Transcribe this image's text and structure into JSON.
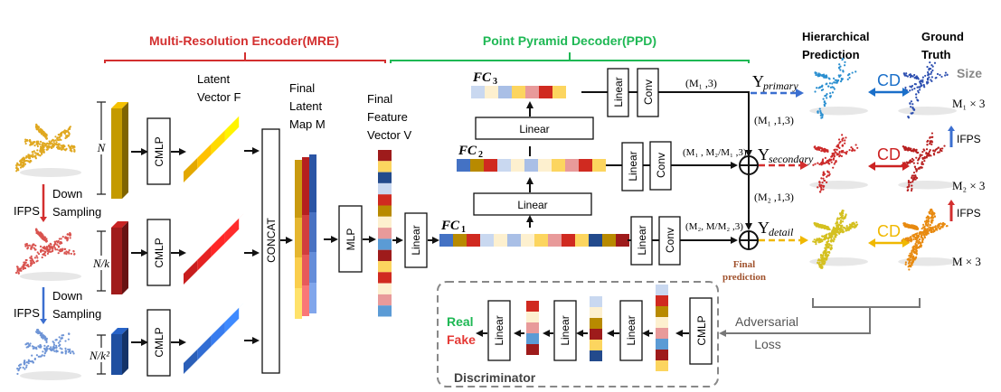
{
  "sections": {
    "encoder": {
      "label": "Multi-Resolution Encoder(MRE)",
      "color": "#d32f2f"
    },
    "decoder": {
      "label": "Point Pyramid Decoder(PPD)",
      "color": "#1eb854"
    }
  },
  "encoder": {
    "inputs": [
      {
        "size_label": "N",
        "color": "#c49a00",
        "cloud_color": "#e0a820"
      },
      {
        "size_label": "N/k",
        "color": "#a01c1c",
        "cloud_color": "#d9534f"
      },
      {
        "size_label": "N/k²",
        "color": "#1f4fa0",
        "cloud_color": "#6f95d6"
      }
    ],
    "downsampling": [
      {
        "method": "IFPS",
        "label_line1": "Down",
        "label_line2": "Sampling",
        "color": "#d32f2f"
      },
      {
        "method": "IFPS",
        "label_line1": "Down",
        "label_line2": "Sampling",
        "color": "#3b6fd0"
      }
    ],
    "cmlp_label": "CMLP",
    "latent_vector_label": [
      "Latent",
      "Vector F"
    ],
    "concat_label": "CONCAT",
    "latent_map_label": [
      "Final",
      "Latent",
      "Map M"
    ],
    "mlp_label": "MLP",
    "feature_vector_label": [
      "Final",
      "Feature",
      "Vector V"
    ],
    "feature_vector_colors": [
      "#9e1b1b",
      "#fcd55f",
      "#234a8c",
      "#c9d8f0",
      "#d02a20",
      "#b88a00",
      "#fdf0cf",
      "#e89a9a",
      "#5b9bd5",
      "#9e1b1b",
      "#fcd55f",
      "#d02a20",
      "#fdf0cf",
      "#e89a9a",
      "#5b9bd5"
    ]
  },
  "decoder": {
    "linear_label": "Linear",
    "conv_label": "Conv",
    "fc": [
      {
        "name": "FC",
        "sub": "1",
        "colors": [
          "#4472c4",
          "#b88a00",
          "#d02a20",
          "#c9d8f0",
          "#fdf0cf",
          "#a9bfe6",
          "#fdf0cf",
          "#fcd55f",
          "#e89a9a",
          "#d02a20",
          "#fcd55f",
          "#234a8c",
          "#b88a00",
          "#9e1b1b"
        ]
      },
      {
        "name": "FC",
        "sub": "2",
        "colors": [
          "#4472c4",
          "#b88a00",
          "#d02a20",
          "#c9d8f0",
          "#fdf0cf",
          "#a9bfe6",
          "#fdf0cf",
          "#fcd55f",
          "#e89a9a",
          "#d02a20",
          "#fcd55f"
        ]
      },
      {
        "name": "FC",
        "sub": "3",
        "colors": [
          "#c9d8f0",
          "#fdf0cf",
          "#a9bfe6",
          "#fcd55f",
          "#e89a9a",
          "#d02a20",
          "#fcd55f"
        ]
      }
    ],
    "shapes": {
      "primary": "(M₁ ,3)",
      "secondary": "(M₁ , M₂/M₁ ,3)",
      "detail": "(M₂, M/M₂ ,3)",
      "reshape1": "(M₁ ,1,3)",
      "reshape2": "(M₂ ,1,3)"
    },
    "outputs": [
      {
        "label": "Y",
        "sub": "primary",
        "color": "#3b6fd0"
      },
      {
        "label": "Y",
        "sub": "secondary",
        "color": "#d32f2f"
      },
      {
        "label": "Y",
        "sub": "detail",
        "color": "#f0b800"
      }
    ],
    "final_prediction": [
      "Final",
      "prediction"
    ],
    "final_prediction_color": "#a0522d"
  },
  "results": {
    "hier_label": [
      "Hierarchical",
      "Prediction"
    ],
    "gt_label": [
      "Ground",
      "Truth"
    ],
    "size_label": "Size",
    "rows": [
      {
        "cd": "CD",
        "color": "#1a6fc9",
        "pred_color": "#2a8fd0",
        "gt_color": "#2d4fb0",
        "size": "M₁ × 3"
      },
      {
        "cd": "CD",
        "color": "#cc2222",
        "pred_color": "#cc2a2a",
        "gt_color": "#b82020",
        "size": "M₂ × 3"
      },
      {
        "cd": "CD",
        "color": "#f0b800",
        "pred_color": "#d4c020",
        "gt_color": "#e88a10",
        "size": "M × 3"
      }
    ],
    "ifps": [
      {
        "label": "IFPS",
        "color": "#3b6fd0"
      },
      {
        "label": "IFPS",
        "color": "#d32f2f"
      }
    ]
  },
  "discriminator": {
    "label": "Discriminator",
    "cmlp_label": "CMLP",
    "linear_label": "Linear",
    "real_label": "Real",
    "real_color": "#1eb854",
    "fake_label": "Fake",
    "fake_color": "#e53935",
    "vec1_colors": [
      "#c9d8f0",
      "#d02a20",
      "#b88a00",
      "#fdf0cf",
      "#e89a9a",
      "#5b9bd5",
      "#9e1b1b",
      "#fcd55f"
    ],
    "vec2_colors": [
      "#c9d8f0",
      "#fdf0cf",
      "#b88a00",
      "#9e1b1b",
      "#fcd55f",
      "#234a8c"
    ],
    "vec3_colors": [
      "#d02a20",
      "#fdf0cf",
      "#e89a9a",
      "#5b9bd5",
      "#9e1b1b"
    ],
    "adversarial_loss": [
      "Adversarial",
      "Loss"
    ]
  }
}
